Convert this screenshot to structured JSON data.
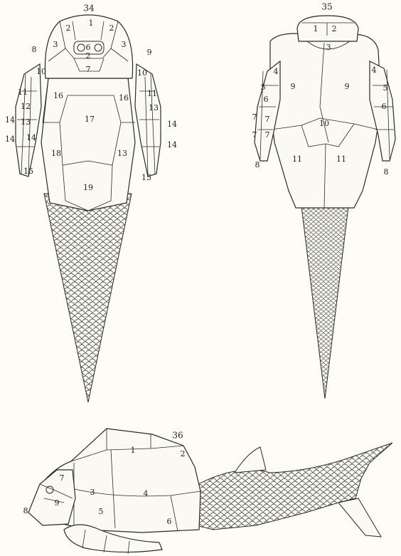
{
  "figures": [
    {
      "number": "34",
      "labels": [
        "1",
        "2",
        "2",
        "3",
        "3",
        "2",
        "6",
        "7",
        "8",
        "9",
        "10",
        "10",
        "11",
        "11",
        "12",
        "13",
        "13",
        "14",
        "14",
        "14",
        "14",
        "14",
        "15",
        "15",
        "16",
        "16",
        "17",
        "18",
        "13",
        "19"
      ]
    },
    {
      "number": "35",
      "labels": [
        "1",
        "2",
        "3",
        "4",
        "4",
        "5",
        "5",
        "6",
        "6",
        "7",
        "7",
        "7",
        "7",
        "8",
        "8",
        "9",
        "9",
        "10",
        "11",
        "11"
      ]
    },
    {
      "number": "36",
      "labels": [
        "1",
        "2",
        "3",
        "4",
        "5",
        "6",
        "7",
        "8",
        "9"
      ]
    }
  ],
  "colors": {
    "ink": "#2a2a2a",
    "paper": "#fdfcf5"
  }
}
